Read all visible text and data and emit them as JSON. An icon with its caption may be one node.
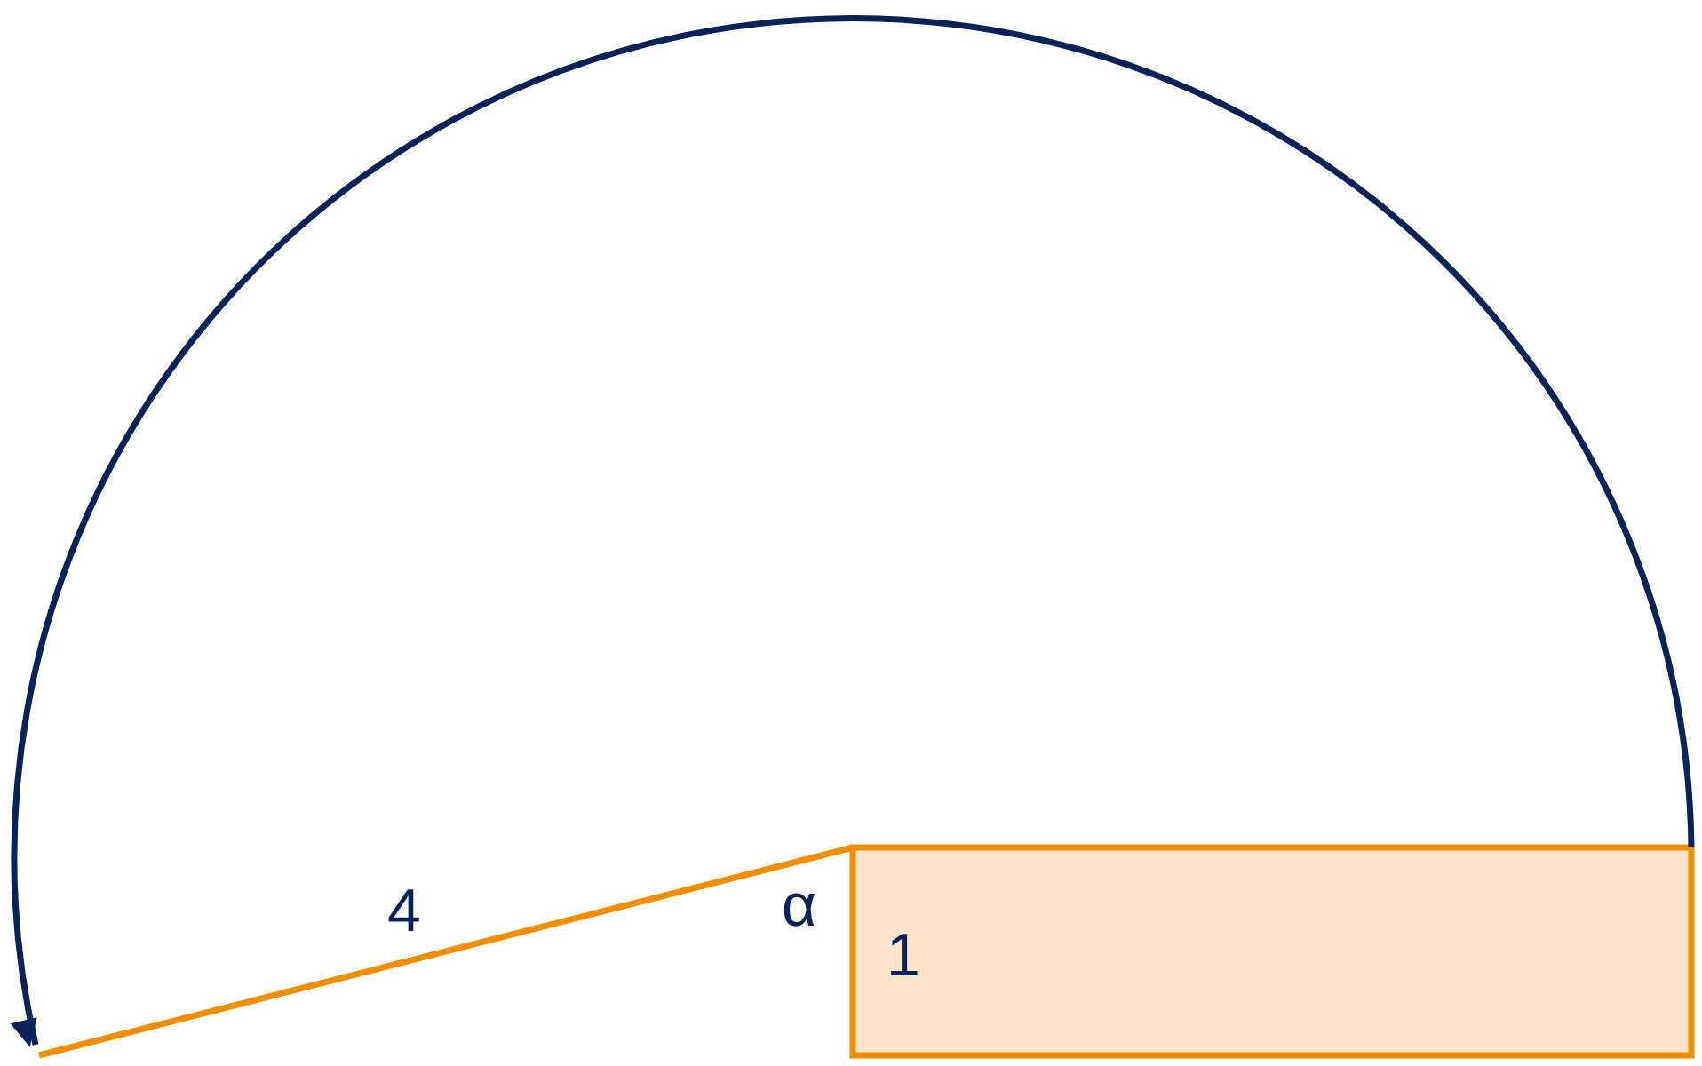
{
  "diagram": {
    "labels": [
      "4",
      "α",
      "1"
    ]
  }
}
